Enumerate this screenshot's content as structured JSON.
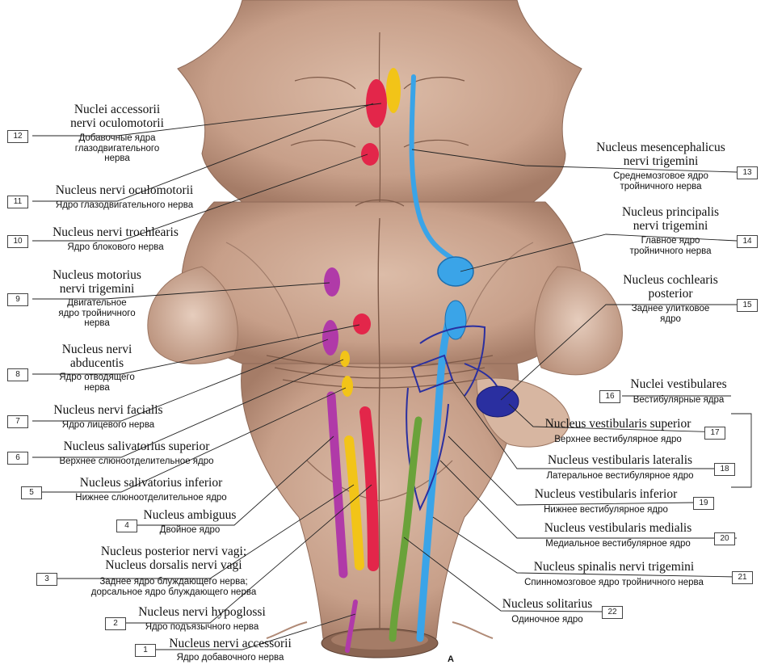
{
  "figure_letter": "А",
  "labels": [
    {
      "n": "1",
      "latin": [
        "Nucleus nervi accessorii"
      ],
      "russian": [
        "Ядро добавочного нерва"
      ]
    },
    {
      "n": "2",
      "latin": [
        "Nucleus nervi hypoglossi"
      ],
      "russian": [
        "Ядро подъязычного нерва"
      ]
    },
    {
      "n": "3",
      "latin": [
        "Nucleus posterior nervi vagi;",
        "Nucleus dorsalis nervi vagi"
      ],
      "russian": [
        "Заднее ядро блуждающего нерва;",
        "дорсальное ядро блуждающего нерва"
      ]
    },
    {
      "n": "4",
      "latin": [
        "Nucleus ambiguus"
      ],
      "russian": [
        "Двойное ядро"
      ]
    },
    {
      "n": "5",
      "latin": [
        "Nucleus salivatorius inferior"
      ],
      "russian": [
        "Нижнее слюноотделительное ядро"
      ]
    },
    {
      "n": "6",
      "latin": [
        "Nucleus salivatorius superior"
      ],
      "russian": [
        "Верхнее слюноотделительное ядро"
      ]
    },
    {
      "n": "7",
      "latin": [
        "Nucleus nervi facialis"
      ],
      "russian": [
        "Ядро лицевого нерва"
      ]
    },
    {
      "n": "8",
      "latin": [
        "Nucleus nervi",
        "abducentis"
      ],
      "russian": [
        "Ядро отводящего",
        "нерва"
      ]
    },
    {
      "n": "9",
      "latin": [
        "Nucleus motorius",
        "nervi trigemini"
      ],
      "russian": [
        "Двигательное",
        "ядро тройничного",
        "нерва"
      ]
    },
    {
      "n": "10",
      "latin": [
        "Nucleus nervi trochlearis"
      ],
      "russian": [
        "Ядро блокового нерва"
      ]
    },
    {
      "n": "11",
      "latin": [
        "Nucleus nervi oculomotorii"
      ],
      "russian": [
        "Ядро глазодвигательного нерва"
      ]
    },
    {
      "n": "12",
      "latin": [
        "Nuclei accessorii",
        "nervi oculomotorii"
      ],
      "russian": [
        "Добавочные ядра",
        "глазодвигательного",
        "нерва"
      ]
    },
    {
      "n": "13",
      "latin": [
        "Nucleus mesencephalicus",
        "nervi trigemini"
      ],
      "russian": [
        "Среднемозговое ядро",
        "тройничного нерва"
      ]
    },
    {
      "n": "14",
      "latin": [
        "Nucleus principalis",
        "nervi trigemini"
      ],
      "russian": [
        "Главное ядро",
        "тройничного нерва"
      ]
    },
    {
      "n": "15",
      "latin": [
        "Nucleus cochlearis",
        "posterior"
      ],
      "russian": [
        "Заднее улитковое",
        "ядро"
      ]
    },
    {
      "n": "16",
      "latin": [
        "Nuclei vestibulares"
      ],
      "russian": [
        "Вестибулярные ядра"
      ]
    },
    {
      "n": "17",
      "latin": [
        "Nucleus vestibularis superior"
      ],
      "russian": [
        "Верхнее вестибулярное ядро"
      ]
    },
    {
      "n": "18",
      "latin": [
        "Nucleus vestibularis lateralis"
      ],
      "russian": [
        "Латеральное вестибулярное ядро"
      ]
    },
    {
      "n": "19",
      "latin": [
        "Nucleus vestibularis inferior"
      ],
      "russian": [
        "Нижнее вестибулярное ядро"
      ]
    },
    {
      "n": "20",
      "latin": [
        "Nucleus vestibularis medialis"
      ],
      "russian": [
        "Медиальное вестибулярное ядро"
      ]
    },
    {
      "n": "21",
      "latin": [
        "Nucleus spinalis nervi trigemini"
      ],
      "russian": [
        "Спинномозговое ядро тройничного нерва"
      ]
    },
    {
      "n": "22",
      "latin": [
        "Nucleus solitarius"
      ],
      "russian": [
        "Одиночное ядро"
      ]
    }
  ],
  "colors": {
    "tissue": "#c9a48f",
    "tissue_light": "#ddc0ad",
    "tissue_dark": "#8f6a58",
    "motor_somatic": "#e3264a",
    "motor_branchial": "#b03aa8",
    "parasympathetic": "#f2c418",
    "sensory_trigeminal": "#3aa4e8",
    "vestibulocochlear": "#2a2fa0",
    "solitarius": "#6aa23a"
  }
}
